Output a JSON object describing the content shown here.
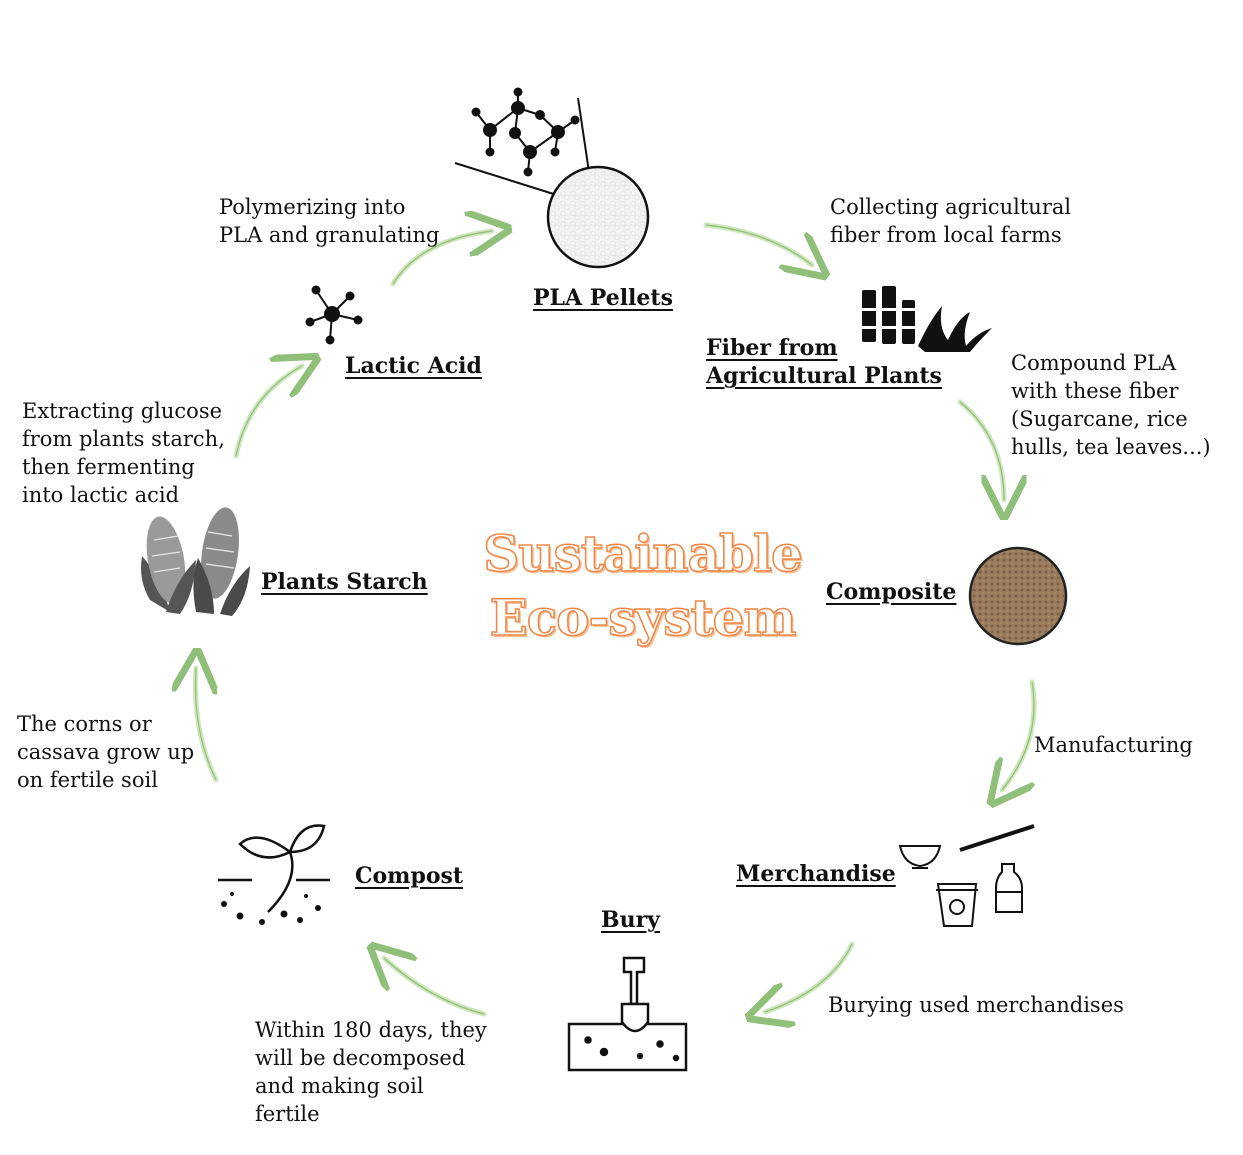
{
  "title": {
    "line1": "Sustainable",
    "line2": "Eco-system"
  },
  "nodes": {
    "pla_pellets": "PLA Pellets",
    "fiber_line1": "Fiber from",
    "fiber_line2": "Agricultural Plants",
    "composite": "Composite",
    "merchandise": "Merchandise",
    "bury": "Bury",
    "compost": "Compost",
    "plants_starch": "Plants Starch",
    "lactic_acid": "Lactic Acid"
  },
  "steps": {
    "collecting": [
      "Collecting agricultural",
      "fiber from local farms"
    ],
    "compound": [
      "Compound PLA",
      "with these fiber",
      "(Sugarcane, rice",
      "hulls, tea leaves...)"
    ],
    "manufacturing": [
      "Manufacturing"
    ],
    "burying": [
      "Burying used merchandises"
    ],
    "decompose": [
      "Within 180 days, they",
      "will be decomposed",
      "and making soil",
      "fertile"
    ],
    "grow": [
      "The corns or",
      "cassava grow up",
      "on fertile soil"
    ],
    "extracting": [
      "Extracting glucose",
      "from plants starch,",
      "then fermenting",
      "into lactic acid"
    ],
    "polymerizing": [
      "Polymerizing into",
      "PLA and granulating"
    ]
  },
  "colors": {
    "arrow_fill": "#d8ecc6",
    "arrow_stroke": "#8fbf78",
    "title_outline": "#f08a4b",
    "icon": "#111111",
    "corn": "#6e6e6e"
  }
}
